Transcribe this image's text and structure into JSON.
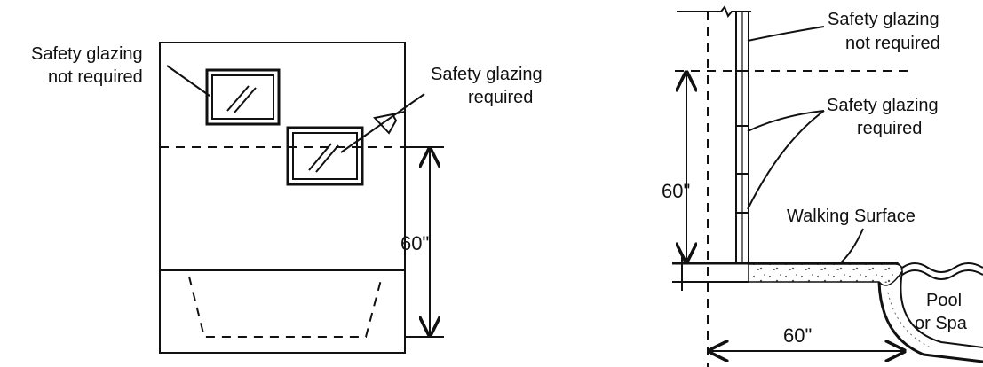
{
  "left_figure": {
    "label_not_required_line1": "Safety glazing",
    "label_not_required_line2": "not required",
    "label_required_line1": "Safety glazing",
    "label_required_line2": "required",
    "dimension": "60\""
  },
  "right_figure": {
    "label_not_required_line1": "Safety glazing",
    "label_not_required_line2": "not required",
    "label_required_line1": "Safety glazing",
    "label_required_line2": "required",
    "label_walking_surface": "Walking Surface",
    "label_pool_line1": "Pool",
    "label_pool_line2": "or Spa",
    "dimension_vertical": "60\"",
    "dimension_horizontal": "60\""
  }
}
